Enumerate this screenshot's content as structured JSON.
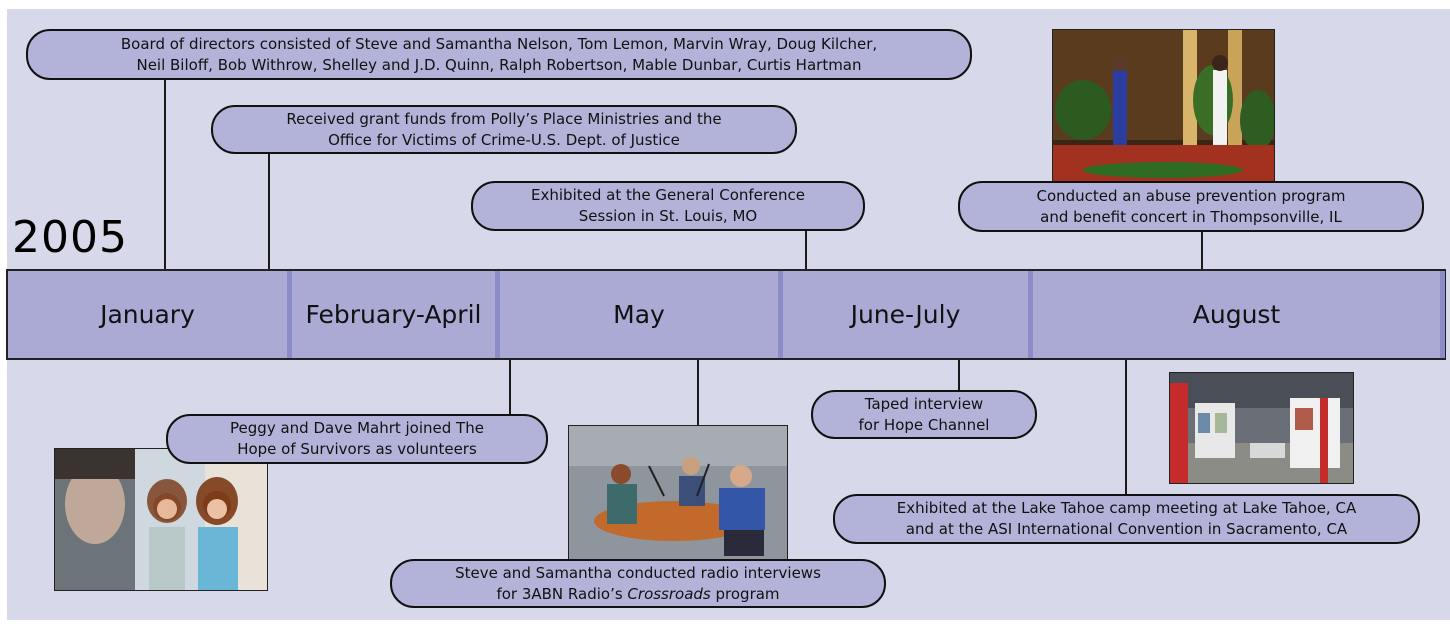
{
  "year": "2005",
  "months": [
    "January",
    "February-April",
    "May",
    "June-July",
    "August"
  ],
  "events": {
    "board": [
      "Board of directors consisted of Steve and Samantha Nelson, Tom Lemon, Marvin Wray, Doug Kilcher,",
      "Neil Biloff, Bob Withrow, Shelley and J.D. Quinn, Ralph Robertson, Mable Dunbar, Curtis Hartman"
    ],
    "grant": [
      "Received grant funds from Polly’s Place Ministries and the",
      "Office for Victims of Crime-U.S. Dept. of Justice"
    ],
    "general_conference": [
      "Exhibited at the General Conference",
      "Session in St. Louis, MO"
    ],
    "abuse_prevention": [
      "Conducted an abuse prevention program",
      "and benefit concert in Thompsonville, IL"
    ],
    "volunteers": [
      "Peggy and Dave Mahrt joined The",
      "Hope of Survivors as volunteers"
    ],
    "radio": {
      "line1": "Steve and Samantha conducted radio interviews",
      "line2_pre": "for 3ABN Radio’s ",
      "line2_em": "Crossroads",
      "line2_post": " program"
    },
    "hope_channel": [
      "Taped interview",
      "for Hope Channel"
    ],
    "lake_tahoe": [
      "Exhibited at the Lake Tahoe camp meeting at Lake Tahoe, CA",
      "and at the ASI International Convention in Sacramento, CA"
    ]
  },
  "colors": {
    "background": "#d7d8ea",
    "bar": "#aaaad5",
    "bubble": "#b3b3da",
    "divider": "#8c8cc8"
  }
}
